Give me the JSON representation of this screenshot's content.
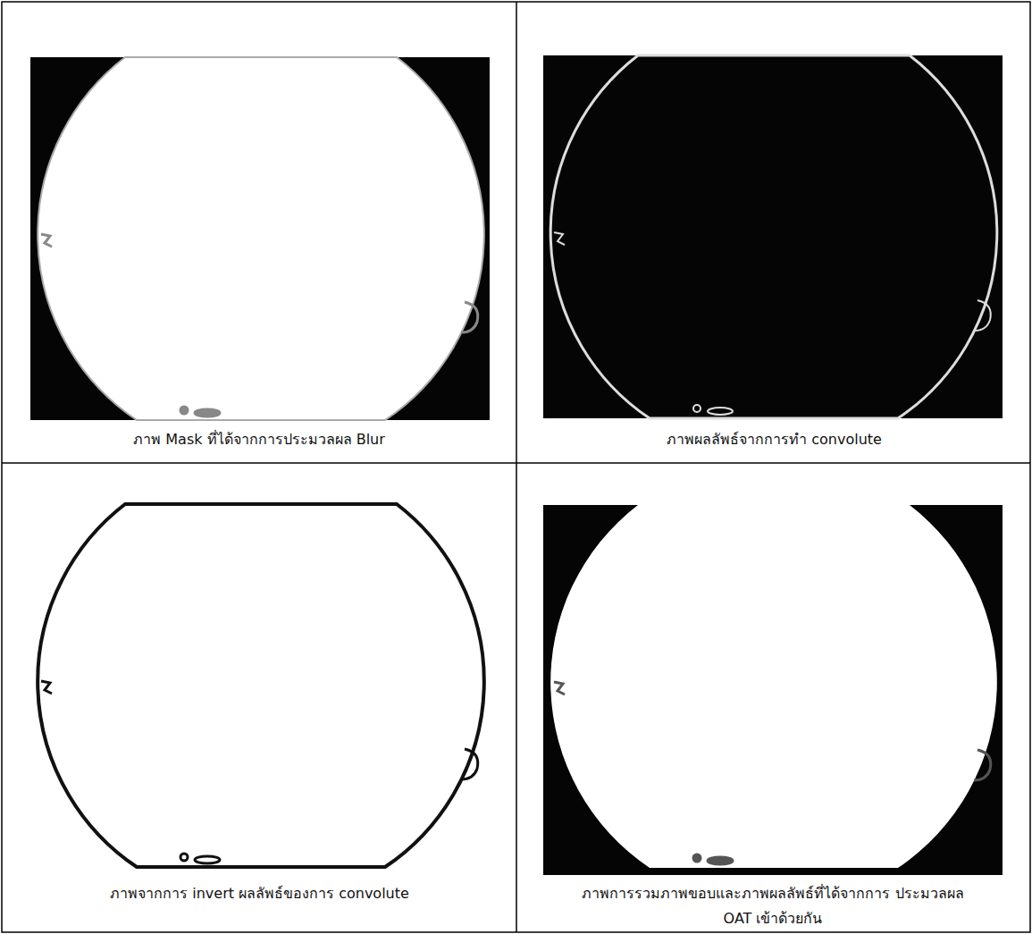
{
  "diagram": {
    "labels": [
      "ภาพ Mask ที่ได้จากการประมวลผล Blur",
      "ภาพผลลัพธ์จากการทำ convolute",
      "ภาพจากการ invert ผลลัพธ์ของการ convolute",
      "ภาพการรวมภาพขอบและภาพผลลัพธ์ที่ได้จากการ ประมวลผล OAT เข้าด้วยกัน"
    ]
  }
}
